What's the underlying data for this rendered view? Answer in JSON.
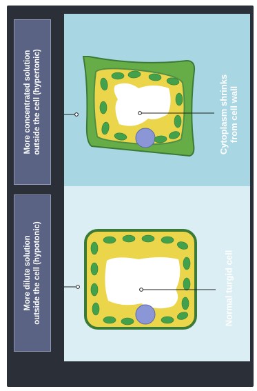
{
  "labels": {
    "hypertonic_line1": "More concentrated solution",
    "hypertonic_line2": "outside the cell (hypertonic)",
    "hypotonic_line1": "More dilute solution",
    "hypotonic_line2": "outside the cell (hypotonic)",
    "shrunk_line1": "Cytoplasm shrinks",
    "shrunk_line2": "from cell wall",
    "turgid": "Normal turgid cell"
  },
  "colors": {
    "frame": "#2b2f38",
    "hypertonic_bg": "#a9d6e3",
    "hypotonic_bg": "#dbeef3",
    "label_box": "#5a6384",
    "cell_wall": "#4f8e44",
    "cytoplasm": "#e9d24d",
    "chloroplast": "#43a04b",
    "vacuole": "#ffffff",
    "nucleus": "#8a96d6"
  }
}
